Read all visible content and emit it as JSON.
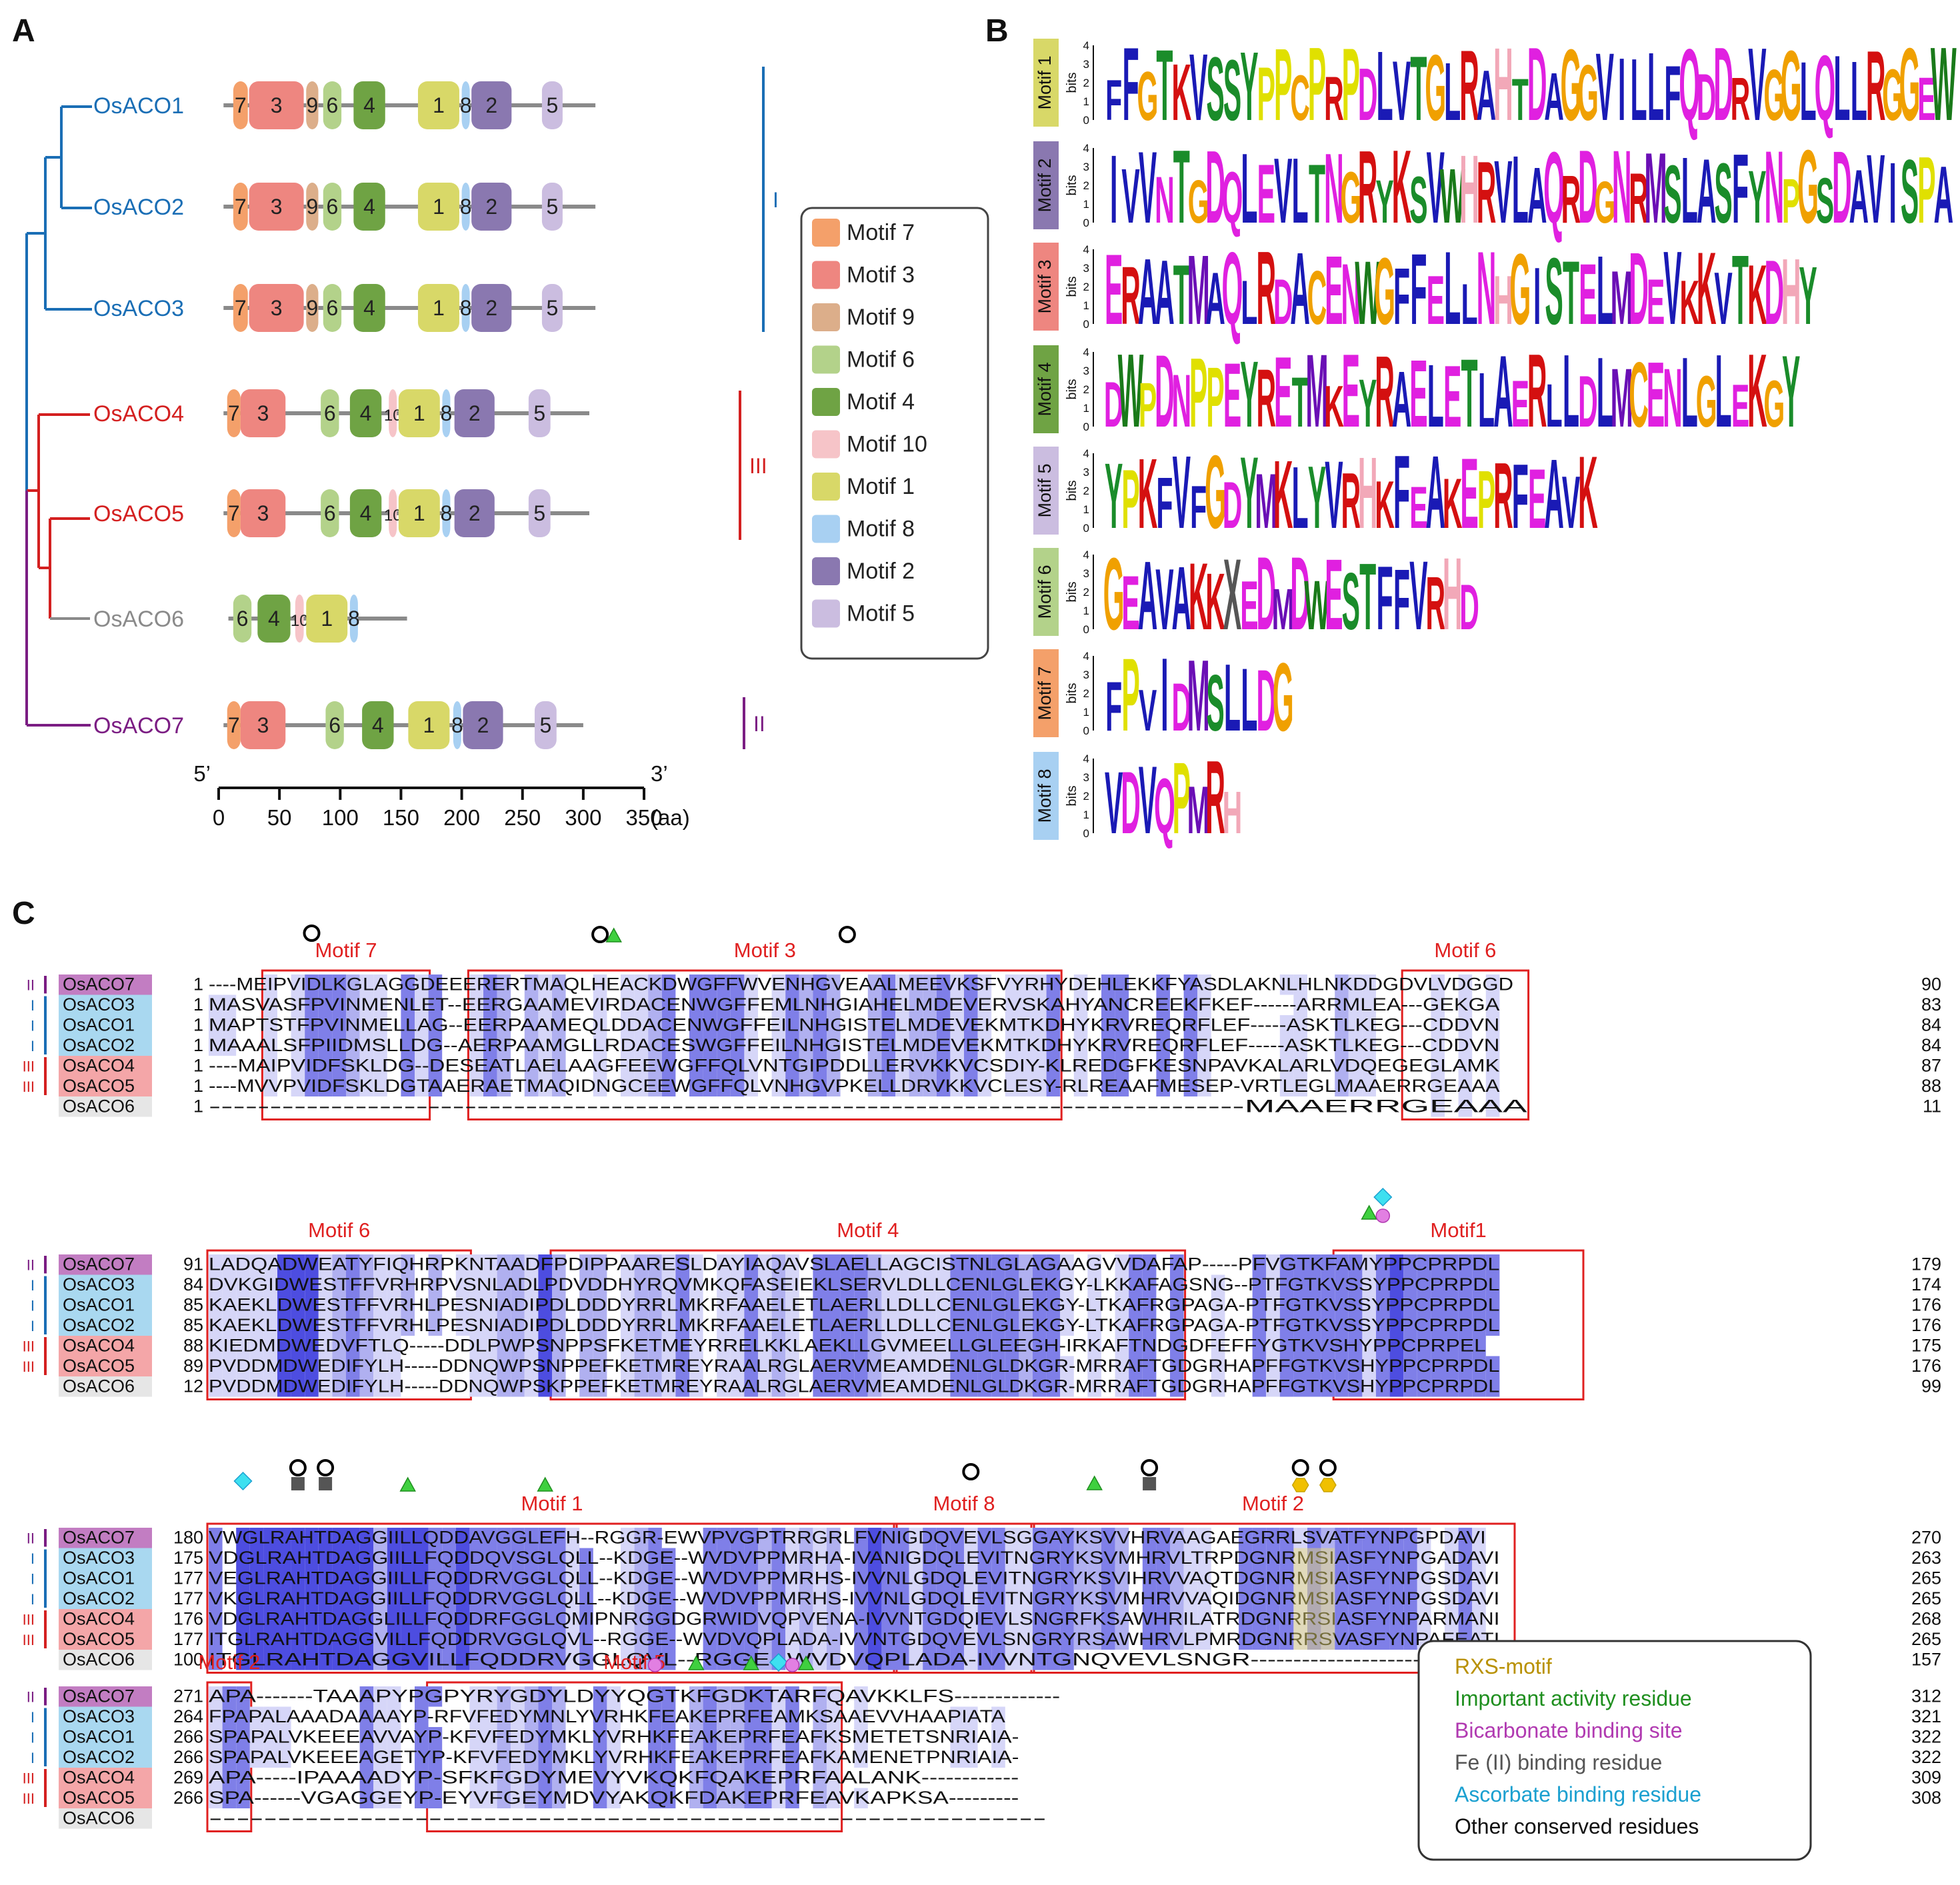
{
  "panels": {
    "a": "A",
    "b": "B",
    "c": "C"
  },
  "tree": {
    "genes": [
      {
        "name": "OsACO1",
        "color": "#1a6eb5",
        "motifs": [
          [
            "7",
            12,
            24
          ],
          [
            "3",
            25,
            70
          ],
          [
            "9",
            72,
            82
          ],
          [
            "6",
            86,
            101
          ],
          [
            "4",
            111,
            137
          ],
          [
            "1",
            164,
            198
          ],
          [
            "8",
            200,
            206
          ],
          [
            "2",
            208,
            241
          ],
          [
            "5",
            266,
            283
          ]
        ],
        "end": 310
      },
      {
        "name": "OsACO2",
        "color": "#1a6eb5",
        "motifs": [
          [
            "7",
            12,
            24
          ],
          [
            "3",
            25,
            70
          ],
          [
            "9",
            72,
            82
          ],
          [
            "6",
            86,
            101
          ],
          [
            "4",
            111,
            137
          ],
          [
            "1",
            164,
            198
          ],
          [
            "8",
            200,
            206
          ],
          [
            "2",
            208,
            241
          ],
          [
            "5",
            266,
            283
          ]
        ],
        "end": 310
      },
      {
        "name": "OsACO3",
        "color": "#1a6eb5",
        "motifs": [
          [
            "7",
            12,
            24
          ],
          [
            "3",
            25,
            70
          ],
          [
            "9",
            72,
            82
          ],
          [
            "6",
            86,
            101
          ],
          [
            "4",
            111,
            137
          ],
          [
            "1",
            164,
            198
          ],
          [
            "8",
            200,
            206
          ],
          [
            "2",
            208,
            241
          ],
          [
            "5",
            266,
            283
          ]
        ],
        "end": 310
      },
      {
        "name": "OsACO4",
        "color": "#d42020",
        "motifs": [
          [
            "7",
            7,
            18
          ],
          [
            "3",
            18,
            55
          ],
          [
            "6",
            84,
            99
          ],
          [
            "4",
            108,
            134
          ],
          [
            "10",
            140,
            146
          ],
          [
            "1",
            148,
            182
          ],
          [
            "8",
            184,
            190
          ],
          [
            "2",
            194,
            227
          ],
          [
            "5",
            255,
            273
          ]
        ],
        "end": 305
      },
      {
        "name": "OsACO5",
        "color": "#d42020",
        "motifs": [
          [
            "7",
            7,
            18
          ],
          [
            "3",
            18,
            55
          ],
          [
            "6",
            84,
            99
          ],
          [
            "4",
            108,
            134
          ],
          [
            "10",
            140,
            146
          ],
          [
            "1",
            148,
            182
          ],
          [
            "8",
            184,
            190
          ],
          [
            "2",
            194,
            227
          ],
          [
            "5",
            255,
            273
          ]
        ],
        "end": 305
      },
      {
        "name": "OsACO6",
        "color": "#8a8a8a",
        "motifs": [
          [
            "6",
            12,
            27
          ],
          [
            "4",
            32,
            59
          ],
          [
            "10",
            63,
            70
          ],
          [
            "1",
            72,
            106
          ],
          [
            "8",
            108,
            113
          ]
        ],
        "end": 155
      },
      {
        "name": "OsACO7",
        "color": "#7b1d83",
        "motifs": [
          [
            "7",
            7,
            18
          ],
          [
            "3",
            18,
            55
          ],
          [
            "6",
            88,
            103
          ],
          [
            "4",
            118,
            144
          ],
          [
            "1",
            156,
            190
          ],
          [
            "8",
            193,
            199
          ],
          [
            "2",
            201,
            234
          ],
          [
            "5",
            260,
            278
          ]
        ],
        "end": 300
      }
    ],
    "groups": [
      {
        "label": "I",
        "color": "#1a6eb5"
      },
      {
        "label": "III",
        "color": "#d42020"
      },
      {
        "label": "II",
        "color": "#7b1d83"
      }
    ],
    "axis": {
      "ticks": [
        0,
        50,
        100,
        150,
        200,
        250,
        300,
        350
      ],
      "unit": "(aa)",
      "left": "5’",
      "right": "3’"
    }
  },
  "legend": [
    {
      "label": "Motif 7",
      "color": "#f4a06a"
    },
    {
      "label": "Motif 3",
      "color": "#ee8680"
    },
    {
      "label": "Motif 9",
      "color": "#dcae8a"
    },
    {
      "label": "Motif 6",
      "color": "#b3d28a"
    },
    {
      "label": "Motif 4",
      "color": "#6fa344"
    },
    {
      "label": "Motif 10",
      "color": "#f6c4c8"
    },
    {
      "label": "Motif 1",
      "color": "#d8d868"
    },
    {
      "label": "Motif 8",
      "color": "#a8d0f2"
    },
    {
      "label": "Motif 2",
      "color": "#8a78b0"
    },
    {
      "label": "Motif 5",
      "color": "#cbbde0"
    }
  ],
  "logos": [
    {
      "label": "Motif 1",
      "color": "#d8d868",
      "seq": "FFGTKVSSYPPCPRPDLVTGLRAHTDAGGVILLFQDDRVGGLQLLRGGEW"
    },
    {
      "label": "Motif 2",
      "color": "#8a78b0",
      "seq": "IVVNTGDQLEVLTNGRYKSVWHRVLAQRDGNRMSLASFYNPGSDAVISPA"
    },
    {
      "label": "Motif 3",
      "color": "#ee8680",
      "seq": "ERAATMAQLRDACENWGFFELLNHGISTELMDEVKKVTKDHY"
    },
    {
      "label": "Motif 4",
      "color": "#6fa344",
      "seq": "DWPDNPPEYRETMKEYRAELETLAERLLDLMCENLGLEKGY"
    },
    {
      "label": "Motif 5",
      "color": "#cbbde0",
      "seq": "YPKFVFGDYMKLYVRHKFEAKEPRFEAVK"
    },
    {
      "label": "Motif 6",
      "color": "#b3d28a",
      "seq": "GEAVAKKXEDMDWESTFFVRHD"
    },
    {
      "label": "Motif 7",
      "color": "#f4a06a",
      "seq": "FPVIDMSLLDG"
    },
    {
      "label": "Motif 8",
      "color": "#a8d0f2",
      "seq": "VDVQPMRH"
    }
  ],
  "logo_axis": {
    "label": "bits",
    "ticks": [
      "0",
      "1",
      "2",
      "3",
      "4"
    ]
  },
  "alignment": {
    "blocks": [
      {
        "rows": [
          [
            "II",
            "OsACO7",
            "1",
            "----MEIPVIDLKGLAGGDEEERERTMAQLHEACKDWGFFWVENHGVEAALMEEVKSFVYRHYDEHLEKKFYASDLAKNLHLNKDDGDVLVDGGD",
            "90"
          ],
          [
            "I",
            "OsACO3",
            "1",
            "MASVASFPVINMENLET--EERGAAMEVIRDACENWGFFEMLNHGIAHELMDEVERVSKAHYANCREEKFKEF------ARRMLEA---GEKGA",
            "83"
          ],
          [
            "I",
            "OsACO1",
            "1",
            "MAPTSTFPVINMELLAG--EERPAAMEQLDDACENWGFFEILNHGISTELMDEVEKMTKDHYKRVREQRFLEF-----ASKTLKEG---CDDVN",
            "84"
          ],
          [
            "I",
            "OsACO2",
            "1",
            "MAAALSFPIIDMSLLDG--AERPAAMGLLRDACESWGFFEILNHGISTELMDEVEKMTKDHYKRVREQRFLEF-----ASKTLKEG---CDDVN",
            "84"
          ],
          [
            "III",
            "OsACO4",
            "1",
            "----MAIPVIDFSKLDG--DESEATLAELAAGFEEWGFFQLVNTGIPDDLLERVKKVCSDIY-KLREDGFKESNPAVKALARLVDQEGEGLAMK",
            "87"
          ],
          [
            "III",
            "OsACO5",
            "1",
            "----MVVPVIDFSKLDGTAAERAETMAQIDNGCEEWGFFQLVNHGVPKELLDRVKKVCLESY-RLREAAFMESEP-VRTLEGLMAAERRGEAAA",
            "88"
          ],
          [
            "",
            "OsACO6",
            "1",
            "-------------------------------------------------------------------------------------MAAERRGEAAA",
            "11"
          ]
        ],
        "motifs": [
          [
            "Motif 7",
            4,
            16
          ],
          [
            "Motif 3",
            19,
            62
          ],
          [
            "Motif 6",
            87,
            96
          ]
        ]
      },
      {
        "rows": [
          [
            "II",
            "OsACO7",
            "91",
            "LADQADWEATYFIQHRPKNTAADFPDIPPAARESLDAYIAQAVSLAELLAGCISTNLGLAGAAGVVDAFAP-----PFVGTKFAMYPPCPRPDL",
            "179"
          ],
          [
            "I",
            "OsACO3",
            "84",
            "DVKGIDWESTFFVRHRPVSNLADLPDVDDHYRQVMKQFASEIEKLSERVLDLLCENLGLEKGY-LKKAFAGSNG--PTFGTKVSSYPPCPRPDL",
            "174"
          ],
          [
            "I",
            "OsACO1",
            "85",
            "KAEKLDWESTFFVRHLPESNIADIPDLDDDYRRLMKRFAAELETLAERLLDLLCENLGLEKGY-LTKAFRGPAGA-PTFGTKVSSYPPCPRPDL",
            "176"
          ],
          [
            "I",
            "OsACO2",
            "85",
            "KAEKLDWESTFFVRHLPESNIADIPDLDDDYRRLMKRFAAELETLAERLLDLLCENLGLEKGY-LTKAFRGPAGA-PTFGTKVSSYPPCPRPDL",
            "176"
          ],
          [
            "III",
            "OsACO4",
            "88",
            "KIEDMDWEDVFTLQ-----DDLPWPSNPPSFKETMEYRRELKKLAEKLLGVMEELLGLEEGH-IRKAFTNDGDFEFFYGTKVSHYPPCPRPEL",
            "175"
          ],
          [
            "III",
            "OsACO5",
            "89",
            "PVDDMDWEDIFYLH-----DDNQWPSNPPEFKETMREYRAALRGLAERVMEAMDENLGLDKGR-MRRAFTGDGRHAPFFGTKVSHYPPCPRPDL",
            "176"
          ],
          [
            "",
            "OsACO6",
            "12",
            "PVDDMDWEDIFYLH-----DDNQWPSKPPEFKETMREYRAALRGLAERVMEAMDENLGLDKGR-MRRAFTGDGRHAPFFGTKVSHYPPCPRPDL",
            "99"
          ]
        ],
        "motifs": [
          [
            "Motif 6",
            0,
            19
          ],
          [
            "Motif 4",
            25,
            71
          ],
          [
            "Motif1",
            82,
            100
          ]
        ]
      },
      {
        "rows": [
          [
            "II",
            "OsACO7",
            "180",
            "VWGLRAHTDAGGIILLQDDAVGGLEFH--RGGR-EWVPVGPTRRGRLFVNIGDQVEVLSGGAYKSVVHRVAAGAEGRRLSVATFYNPGPDAVI",
            "270"
          ],
          [
            "I",
            "OsACO3",
            "175",
            "VDGLRAHTDAGGIILLFQDDQVSGLQLL--KDGE--WVDVPPMRHA-IVANIGDQLEVITNGRYKSVMHRVLTRPDGNRMSIASFYNPGADAVI",
            "263"
          ],
          [
            "I",
            "OsACO1",
            "177",
            "VEGLRAHTDAGGIILLFQDDRVGGLQLL--KDGE--WVDVPPMRHS-IVVNLGDQLEVITNGRYKSVIHRVVAQTDGNRMSIASFYNPGSDAVI",
            "265"
          ],
          [
            "I",
            "OsACO2",
            "177",
            "VKGLRAHTDAGGIILLFQDDRVGGLQLL--KDGE--WVDVPPMRHS-IVVNLGDQLEVITNGRYKSVMHRVVAQIDGNRMSIASFYNPGSDAVI",
            "265"
          ],
          [
            "III",
            "OsACO4",
            "176",
            "VDGLRAHTDAGGLILLFQDDRFGGLQMIPNRGGDGRWIDVQPVENA-IVVNTGDQIEVLSNGRFKSAWHRILATRDGNRRSIASFYNPARMANI",
            "268"
          ],
          [
            "III",
            "OsACO5",
            "177",
            "ITGLRAHTDAGGVILLFQDDRVGGLQVL--RGGE--WVDVQPLADA-IVVNTGDQVEVLSNGRYRSAWHRVLPMRDGNRRSVASFYNPAFEATI",
            "265"
          ],
          [
            "",
            "OsACO6",
            "100",
            "ITGLRAHTDAGGVILLFQDDRVGGLQVL--RGGE--WVDVQPLADA-IVVNTGNQVEVLSNGR----------------------------------",
            "157"
          ]
        ],
        "motifs": [
          [
            "Motif 1",
            0,
            50
          ],
          [
            "Motif 8",
            50,
            60
          ],
          [
            "Motif 2",
            60,
            95
          ]
        ]
      },
      {
        "rows": [
          [
            "II",
            "OsACO7",
            "271",
            "APA-------TAAAPYPGPYRYGDYLDYYQGTKFGDKTARFQAVKKLFS-------------",
            "312"
          ],
          [
            "I",
            "OsACO3",
            "264",
            "FPAPALAAADAAAAYP-RFVFEDYMNLYVRHKFEAKEPRFEAMKSAAEVVHAAPIATA",
            "321"
          ],
          [
            "I",
            "OsACO1",
            "266",
            "SPAPALVKEEEAVVAYP-KFVFEDYMKLYVRHKFEAKEPRFEAFKSMETETSNRIAIA-",
            "322"
          ],
          [
            "I",
            "OsACO2",
            "266",
            "SPAPALVKEEEAGETYP-KFVFEDYMKLYVRHKFEAKEPRFEAFKAMENETPNRIAIA-",
            "322"
          ],
          [
            "III",
            "OsACO4",
            "269",
            "APA-----IPAAAADYP-SFKFGDYMEVYVKQKFQAKEPRFAALANK------------",
            "309"
          ],
          [
            "III",
            "OsACO5",
            "266",
            "SPA------VGAGGEYP-EYVFGEYMDVYAKQKFDAKEPRFEAVKAPKSA---------",
            "308"
          ],
          [
            "",
            "OsACO6",
            "",
            "-------------------------------------------------------------",
            ""
          ]
        ],
        "motifs": [
          [
            "Motif 2",
            0,
            3
          ],
          [
            "Motif 5",
            16,
            46
          ]
        ]
      }
    ],
    "group_colors": {
      "I": "#1a6eb5",
      "II": "#7b1d83",
      "III": "#d42020"
    },
    "name_bg": {
      "I": "#a9d8f0",
      "II": "#c27dc2",
      "III": "#f4a6a8",
      "": "#e6e6e6"
    }
  },
  "site_legend": [
    {
      "label": "RXS-motif",
      "color": "#c9a400",
      "shape": "hexagon"
    },
    {
      "label": "Important activity residue",
      "color": "#1f8f1f",
      "shape": "triangle"
    },
    {
      "label": "Bicarbonate binding site",
      "color": "#b13ab1",
      "shape": "circle"
    },
    {
      "label": "Fe (II) binding residue",
      "color": "#6a6a6a",
      "shape": "square"
    },
    {
      "label": "Ascorbate binding residue",
      "color": "#1ba0d0",
      "shape": "diamond"
    },
    {
      "label": "Other conserved residues",
      "color": "#000000",
      "shape": "ring"
    }
  ]
}
